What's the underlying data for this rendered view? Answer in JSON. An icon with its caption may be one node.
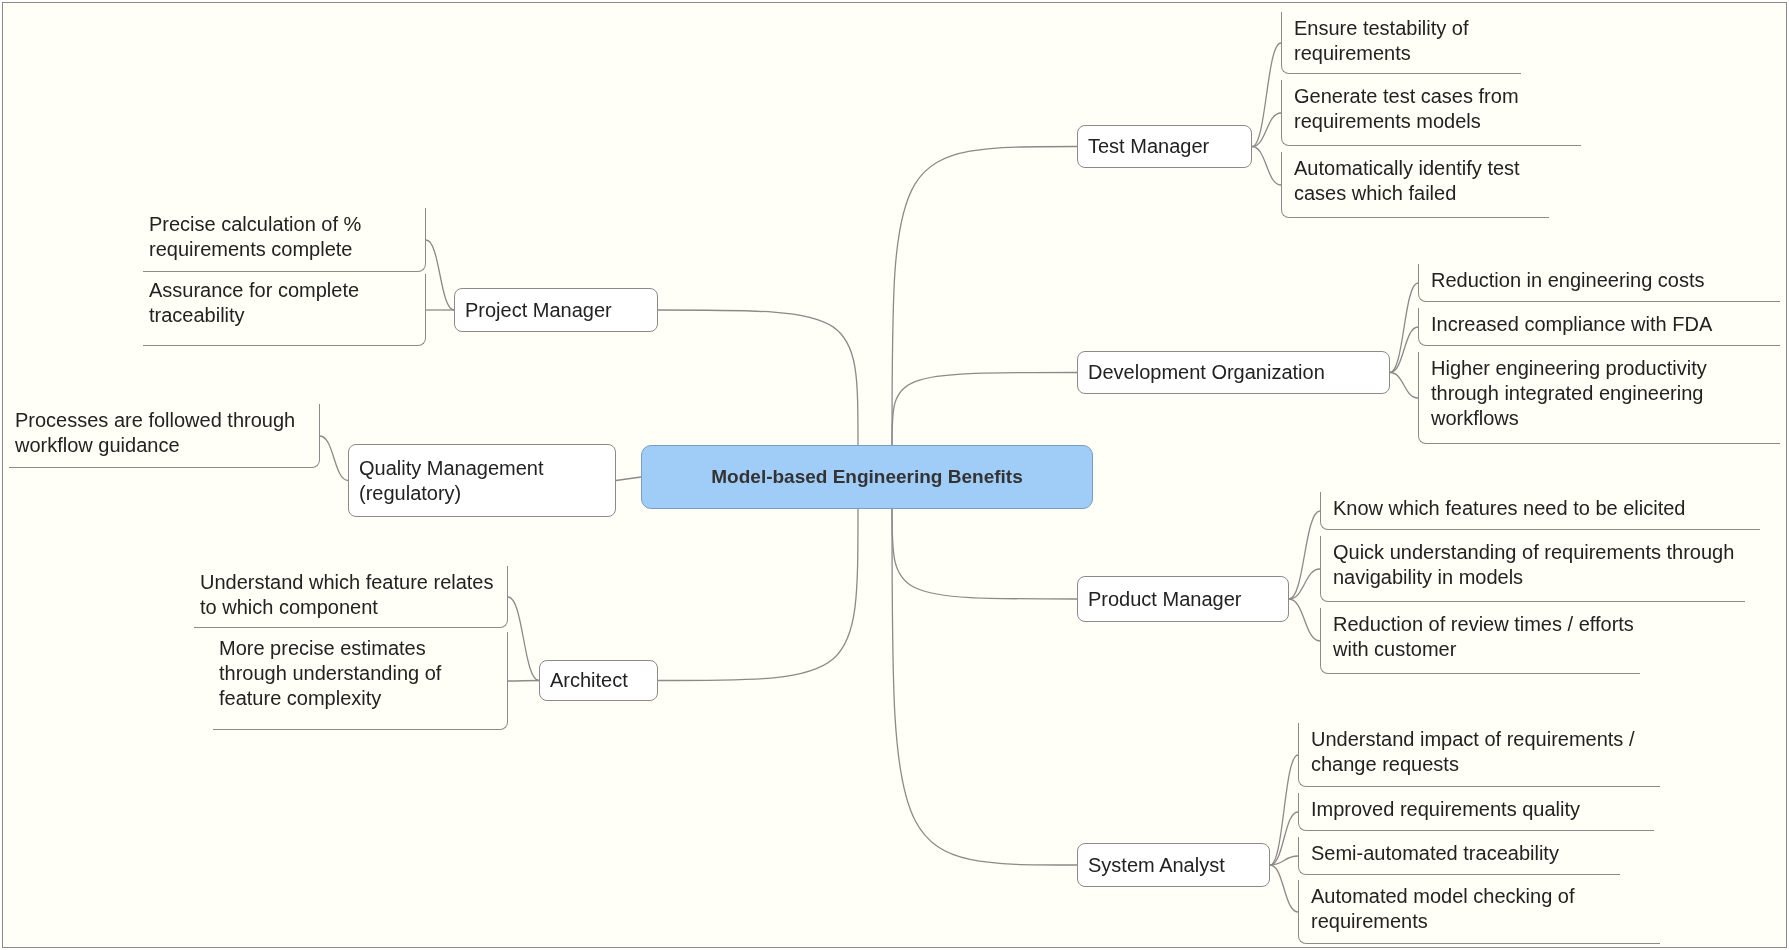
{
  "diagram": {
    "nodes": [
      {
        "text": [
          "Model-based Engineering Benefits"
        ]
      },
      {
        "text": [
          "Test Manager"
        ]
      },
      {
        "text": [
          "Ensure testability of requirements"
        ]
      },
      {
        "text": [
          "Generate test cases from requirements models"
        ]
      },
      {
        "text": [
          "Automatically identify test cases which failed"
        ]
      },
      {
        "text": [
          "Development Organization"
        ]
      },
      {
        "text": [
          "Reduction in engineering costs"
        ]
      },
      {
        "text": [
          "Increased compliance with FDA"
        ]
      },
      {
        "text": [
          "Higher engineering productivity through integrated engineering workflows"
        ]
      },
      {
        "text": [
          "Product Manager"
        ]
      },
      {
        "text": [
          "Know which features need to be elicited"
        ]
      },
      {
        "text": [
          "Quick understanding of requirements through navigability in models"
        ]
      },
      {
        "text": [
          "Reduction of review times / efforts with customer"
        ]
      },
      {
        "text": [
          "System Analyst"
        ]
      },
      {
        "text": [
          "Understand impact of requirements / change requests"
        ]
      },
      {
        "text": [
          "Improved requirements quality"
        ]
      },
      {
        "text": [
          "Semi-automated traceability"
        ]
      },
      {
        "text": [
          "Automated model checking of requirements"
        ]
      },
      {
        "text": [
          "Project Manager"
        ]
      },
      {
        "text": [
          "Precise calculation of % requirements complete"
        ]
      },
      {
        "text": [
          "Assurance for complete traceability"
        ]
      },
      {
        "text": [
          "Quality Management (regulatory)"
        ]
      },
      {
        "text": [
          "Processes are followed through workflow guidance"
        ]
      },
      {
        "text": [
          "Architect"
        ]
      },
      {
        "text": [
          "Understand which feature relates to which component"
        ]
      },
      {
        "text": [
          "More precise estimates through understanding of feature complexity"
        ]
      }
    ],
    "edges": [
      {
        "from": 0,
        "to": 1,
        "arrow": "none"
      },
      {
        "from": 1,
        "to": 2,
        "arrow": "none"
      },
      {
        "from": 1,
        "to": 3,
        "arrow": "none"
      },
      {
        "from": 1,
        "to": 4,
        "arrow": "none"
      },
      {
        "from": 0,
        "to": 5,
        "arrow": "none"
      },
      {
        "from": 5,
        "to": 6,
        "arrow": "none"
      },
      {
        "from": 5,
        "to": 7,
        "arrow": "none"
      },
      {
        "from": 5,
        "to": 8,
        "arrow": "none"
      },
      {
        "from": 0,
        "to": 9,
        "arrow": "none"
      },
      {
        "from": 9,
        "to": 10,
        "arrow": "none"
      },
      {
        "from": 9,
        "to": 11,
        "arrow": "none"
      },
      {
        "from": 9,
        "to": 12,
        "arrow": "none"
      },
      {
        "from": 0,
        "to": 13,
        "arrow": "none"
      },
      {
        "from": 13,
        "to": 14,
        "arrow": "none"
      },
      {
        "from": 13,
        "to": 15,
        "arrow": "none"
      },
      {
        "from": 13,
        "to": 16,
        "arrow": "none"
      },
      {
        "from": 13,
        "to": 17,
        "arrow": "none"
      },
      {
        "from": 0,
        "to": 18,
        "arrow": "none"
      },
      {
        "from": 18,
        "to": 19,
        "arrow": "none"
      },
      {
        "from": 18,
        "to": 20,
        "arrow": "none"
      },
      {
        "from": 0,
        "to": 21,
        "arrow": "none"
      },
      {
        "from": 21,
        "to": 22,
        "arrow": "none"
      },
      {
        "from": 0,
        "to": 23,
        "arrow": "none"
      },
      {
        "from": 23,
        "to": 24,
        "arrow": "none"
      },
      {
        "from": 23,
        "to": 25,
        "arrow": "none"
      }
    ]
  }
}
